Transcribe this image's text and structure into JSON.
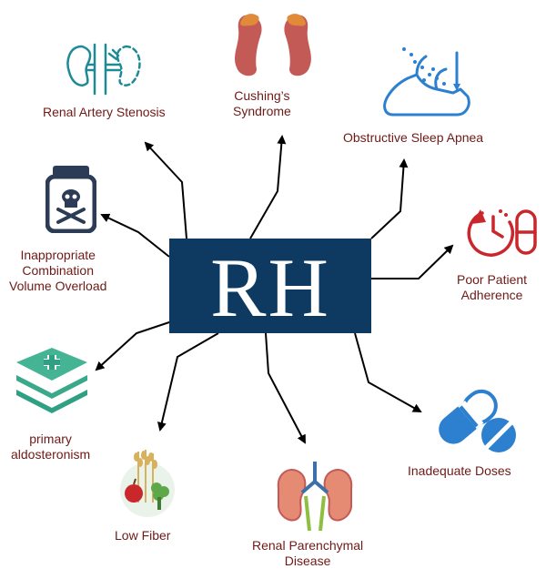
{
  "center": {
    "text": "RH",
    "color": "#0e3a62"
  },
  "colors": {
    "label": "#6e1a17",
    "arrow": "#000000",
    "teal": "#1f8a96",
    "navy": "#2c3c57",
    "red": "#c9272c",
    "blue": "#2c80cf",
    "green": "#3aa98a",
    "kidney": "#c35a55"
  },
  "causes": [
    {
      "id": "renal-artery-stenosis",
      "lines": [
        "Renal Artery Stenosis"
      ],
      "icon": "kidney-artery-icon"
    },
    {
      "id": "cushings-syndrome",
      "lines": [
        "Cushing’s",
        "Syndrome"
      ],
      "icon": "adrenal-glands-icon"
    },
    {
      "id": "obstructive-sleep-apnea",
      "lines": [
        "Obstructive Sleep Apnea"
      ],
      "icon": "sleep-apnea-airway-icon"
    },
    {
      "id": "poor-patient-adherence",
      "lines": [
        "Poor Patient",
        "Adherence"
      ],
      "icon": "pill-clock-icon"
    },
    {
      "id": "inadequate-doses",
      "lines": [
        "Inadequate Doses"
      ],
      "icon": "capsule-pill-icon"
    },
    {
      "id": "renal-parenchymal-disease",
      "lines": [
        "Renal Parenchymal",
        "Disease"
      ],
      "icon": "kidneys-icon"
    },
    {
      "id": "low-fiber",
      "lines": [
        "Low Fiber"
      ],
      "icon": "fiber-foods-icon"
    },
    {
      "id": "primary-aldosteronism",
      "lines": [
        "primary",
        "aldosteronism"
      ],
      "icon": "adrenal-layers-icon"
    },
    {
      "id": "inappropriate-combination",
      "lines": [
        "Inappropriate",
        "Combination",
        "Volume Overload"
      ],
      "icon": "poison-jar-icon"
    }
  ]
}
